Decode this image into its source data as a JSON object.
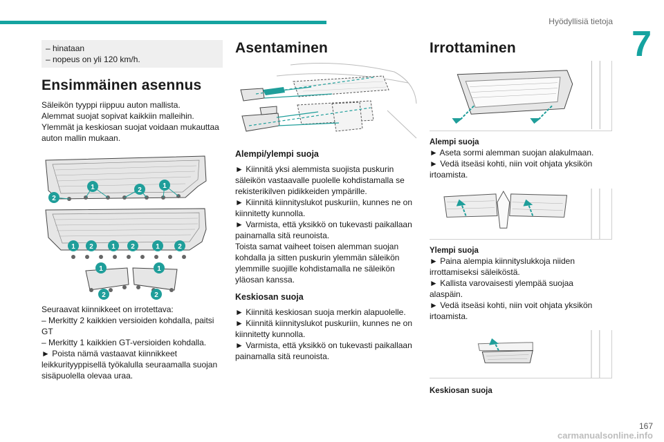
{
  "header": {
    "running_head": "Hyödyllisiä tietoja",
    "chapter_number": "7",
    "page_number": "167",
    "watermark": "carmanualsonline.info"
  },
  "colors": {
    "accent": "#15a3a0",
    "callout_bg": "#1f9e9a"
  },
  "col1": {
    "note": {
      "line1": "– hinataan",
      "line2": "– nopeus on yli 120 km/h."
    },
    "heading": "Ensimmäinen asennus",
    "intro": {
      "line1": "Säleikön tyyppi riippuu auton mallista.",
      "line2": "Alemmat suojat sopivat kaikkiin malleihin.",
      "line3": "Ylemmät ja keskiosan suojat voidaan mukauttaa",
      "line4": "auton mallin mukaan."
    },
    "figure_callouts": {
      "top": [
        "1",
        "2",
        "1",
        "2"
      ],
      "middle": [
        "1",
        "2",
        "1",
        "2",
        "1",
        "2"
      ],
      "bottom": [
        "1",
        "1",
        "2",
        "2"
      ]
    },
    "removal": {
      "line1": "Seuraavat kiinnikkeet on irrotettava:",
      "line2": "– Merkitty 2 kaikkien versioiden kohdalla, paitsi",
      "line3": "GT",
      "line4": "– Merkitty 1 kaikkien GT-versioiden kohdalla.",
      "line5": "► Poista nämä vastaavat kiinnikkeet",
      "line6": "leikkurityyppisellä työkalulla seuraamalla suojan",
      "line7": "sisäpuolella olevaa uraa."
    }
  },
  "col2": {
    "heading": "Asentaminen",
    "sub1": "Alempi/ylempi suoja",
    "sub1_text": {
      "line1": "► Kiinnitä yksi alemmista suojista puskurin",
      "line2": "säleikön vastaavalle puolelle kohdistamalla se",
      "line3": "rekisterikilven pidikkeiden ympärille.",
      "line4": "► Kiinnitä kiinnityslukot puskuriin, kunnes ne on",
      "line5": "kiinnitetty kunnolla.",
      "line6": "► Varmista, että yksikkö on tukevasti paikallaan",
      "line7": "painamalla sitä reunoista.",
      "line8": "Toista samat vaiheet toisen alemman suojan",
      "line9": "kohdalla ja sitten puskurin ylemmän säleikön",
      "line10": "ylemmille suojille kohdistamalla ne säleikön",
      "line11": "yläosan kanssa."
    },
    "sub2": "Keskiosan suoja",
    "sub2_text": {
      "line1": "► Kiinnitä keskiosan suoja merkin alapuolelle.",
      "line2": "► Kiinnitä kiinnityslukot puskuriin, kunnes ne on",
      "line3": "kiinnitetty kunnolla.",
      "line4": "► Varmista, että yksikkö on tukevasti paikallaan",
      "line5": "painamalla sitä reunoista."
    }
  },
  "col3": {
    "heading": "Irrottaminen",
    "sub1": "Alempi suoja",
    "sub1_text": {
      "line1": "► Aseta sormi alemman suojan alakulmaan.",
      "line2": "► Vedä itseäsi kohti, niin voit ohjata yksikön",
      "line3": "irtoamista."
    },
    "sub2": "Ylempi suoja",
    "sub2_text": {
      "line1": "► Paina alempia kiinnityslukkoja niiden",
      "line2": "irrottamiseksi säleiköstä.",
      "line3": "► Kallista varovaisesti ylempää suojaa",
      "line4": "alaspäin.",
      "line5": "► Vedä itseäsi kohti, niin voit ohjata yksikön",
      "line6": "irtoamista."
    },
    "sub3": "Keskiosan suoja"
  }
}
